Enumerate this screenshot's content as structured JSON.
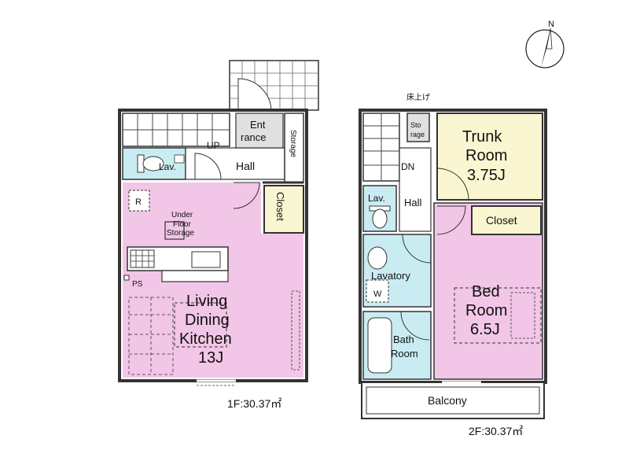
{
  "compass": {
    "north_label": "N"
  },
  "floor1": {
    "area_label": "1F:30.37㎡",
    "rooms": {
      "ldk": {
        "lines": [
          "Living",
          "Dining",
          "Kitchen",
          "13J"
        ]
      },
      "entrance": {
        "lines": [
          "Ent",
          "rance"
        ]
      },
      "hall": "Hall",
      "storage": "Storage",
      "lav": "Lav.",
      "closet": "Closet",
      "up": "UP",
      "refrigerator": "R",
      "under_floor_storage": [
        "Under",
        "Floor",
        "Storage"
      ],
      "ps": "PS"
    }
  },
  "floor2": {
    "area_label": "2F:30.37㎡",
    "rooms": {
      "trunk": {
        "lines": [
          "Trunk",
          "Room",
          "3.75J"
        ]
      },
      "bed": {
        "lines": [
          "Bed",
          "Room",
          "6.5J"
        ]
      },
      "closet": "Closet",
      "hall": "Hall",
      "dn": "DN",
      "lav": "Lav.",
      "lavatory": "Lavatory",
      "washer": "W",
      "bath": [
        "Bath",
        "Room"
      ],
      "balcony": "Balcony",
      "storage": [
        "Sto",
        "rage"
      ],
      "raised_floor": "床上げ"
    }
  },
  "colors": {
    "pink": "#f2c6e6",
    "blue": "#c9ecf2",
    "yellow": "#fbf6d2",
    "gray": "#e0e0e0",
    "wall": "#333333"
  }
}
